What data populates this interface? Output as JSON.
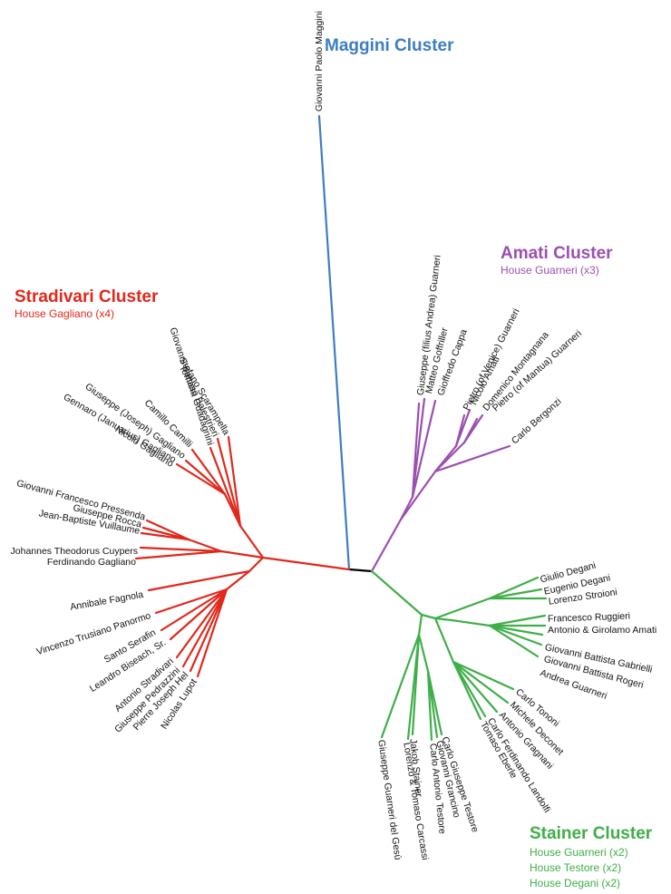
{
  "colors": {
    "maggini": "#3d7ebf",
    "amati": "#9b4fb0",
    "stradivari": "#e0281c",
    "stainer": "#3fae49",
    "root": "#000000"
  },
  "clusters": {
    "maggini": {
      "title": "Maggini Cluster",
      "houses": []
    },
    "amati": {
      "title": "Amati Cluster",
      "houses": [
        "House Guarneri (x3)"
      ]
    },
    "stradivari": {
      "title": "Stradivari Cluster",
      "houses": [
        "House Gagliano (x4)"
      ]
    },
    "stainer": {
      "title": "Stainer Cluster",
      "houses": [
        "House Guarneri (x2)",
        "House Testore (x2)",
        "House Degani (x2)"
      ]
    }
  },
  "leaves": {
    "maggini": [
      "Giovanni Paolo Maggini"
    ],
    "amati": [
      "Giuseppe (filius Andrea) Guarneri",
      "Matteo Goffriller",
      "Gioffredo Cappa",
      "Pietro (of Venice) Guarneri",
      "Nicolò Amati",
      "Domenico Montagnana",
      "Pietro (of Mantua) Guarneri",
      "Carlo Bergonzi"
    ],
    "stradivari": [
      "Stefano Scarampella",
      "Tomaso Balestrieri",
      "Giovanni Battista Guadagnini",
      "Camillo Camilli",
      "Giuseppe (Joseph) Gagliano",
      "Gennaro (Januarius) Gagliano",
      "Nicolò Gagliano",
      "Giovanni Francesco Pressenda",
      "Giuseppe Rocca",
      "Jean-Baptiste Vuillaume",
      "Johannes Theodorus Cuypers",
      "Ferdinando Gagliano",
      "Annibale Fagnola",
      "Vincenzo Trusiano Panormo",
      "Santo Serafin",
      "Leandro Biseach, Sr.",
      "Antonio Stradivari",
      "Giuseppe Pedrazzini",
      "Pierre Joseph Hel",
      "Nicolas Lupot"
    ],
    "stainer": [
      "Giulio Degani",
      "Eugenio Degani",
      "Lorenzo Stroioni",
      "Francesco Ruggieri",
      "Antonio & Girolamo Amati",
      "Giovanni Battista Gabrielli",
      "Giovanni Battista Rogeri",
      "Andrea Guarneri",
      "Carlo Tononi",
      "Michele Deconet",
      "Antonio Gragnani",
      "Carlo Ferdinando Landolfi",
      "Tomaso Eberle",
      "Carlo Giuseppe Testore",
      "Giovanni Grancino",
      "Carlo Antonio Testore",
      "Jakob Stainer",
      "Lorenzo & Tomaso Carcassi",
      "Giuseppe Guarneri del Gesù"
    ]
  }
}
